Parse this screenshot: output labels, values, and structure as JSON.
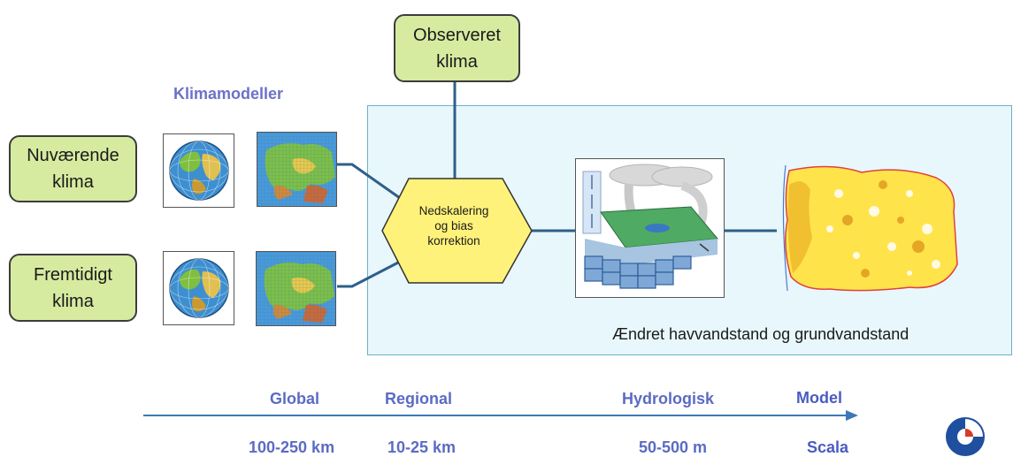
{
  "boxes": {
    "observed": "Observeret\nklima",
    "current": "Nuværende\nklima",
    "future": "Fremtidigt\nklima"
  },
  "labels": {
    "climate_models": "Klimamodeller",
    "hexagon": "Nedskalering\nog bias\nkorrektion",
    "caption": "Ændret havvandstand og grundvandstand"
  },
  "scale": {
    "model_word": "Model",
    "scale_word": "Scala",
    "levels": [
      {
        "name": "Global",
        "distance": "100-250 km"
      },
      {
        "name": "Regional",
        "distance": "10-25 km"
      },
      {
        "name": "Hydrologisk",
        "distance": "50-500 m"
      }
    ]
  },
  "colors": {
    "green_box": "#d6eba0",
    "hexagon": "#fff27a",
    "panel": "#e8f7fb",
    "connector": "#2e5f8a",
    "label_blue": "#6b72c8"
  },
  "icons": [
    "globe-icon",
    "europe-map-icon",
    "hydrology-model-icon",
    "groundwater-map-icon",
    "logo-icon"
  ]
}
